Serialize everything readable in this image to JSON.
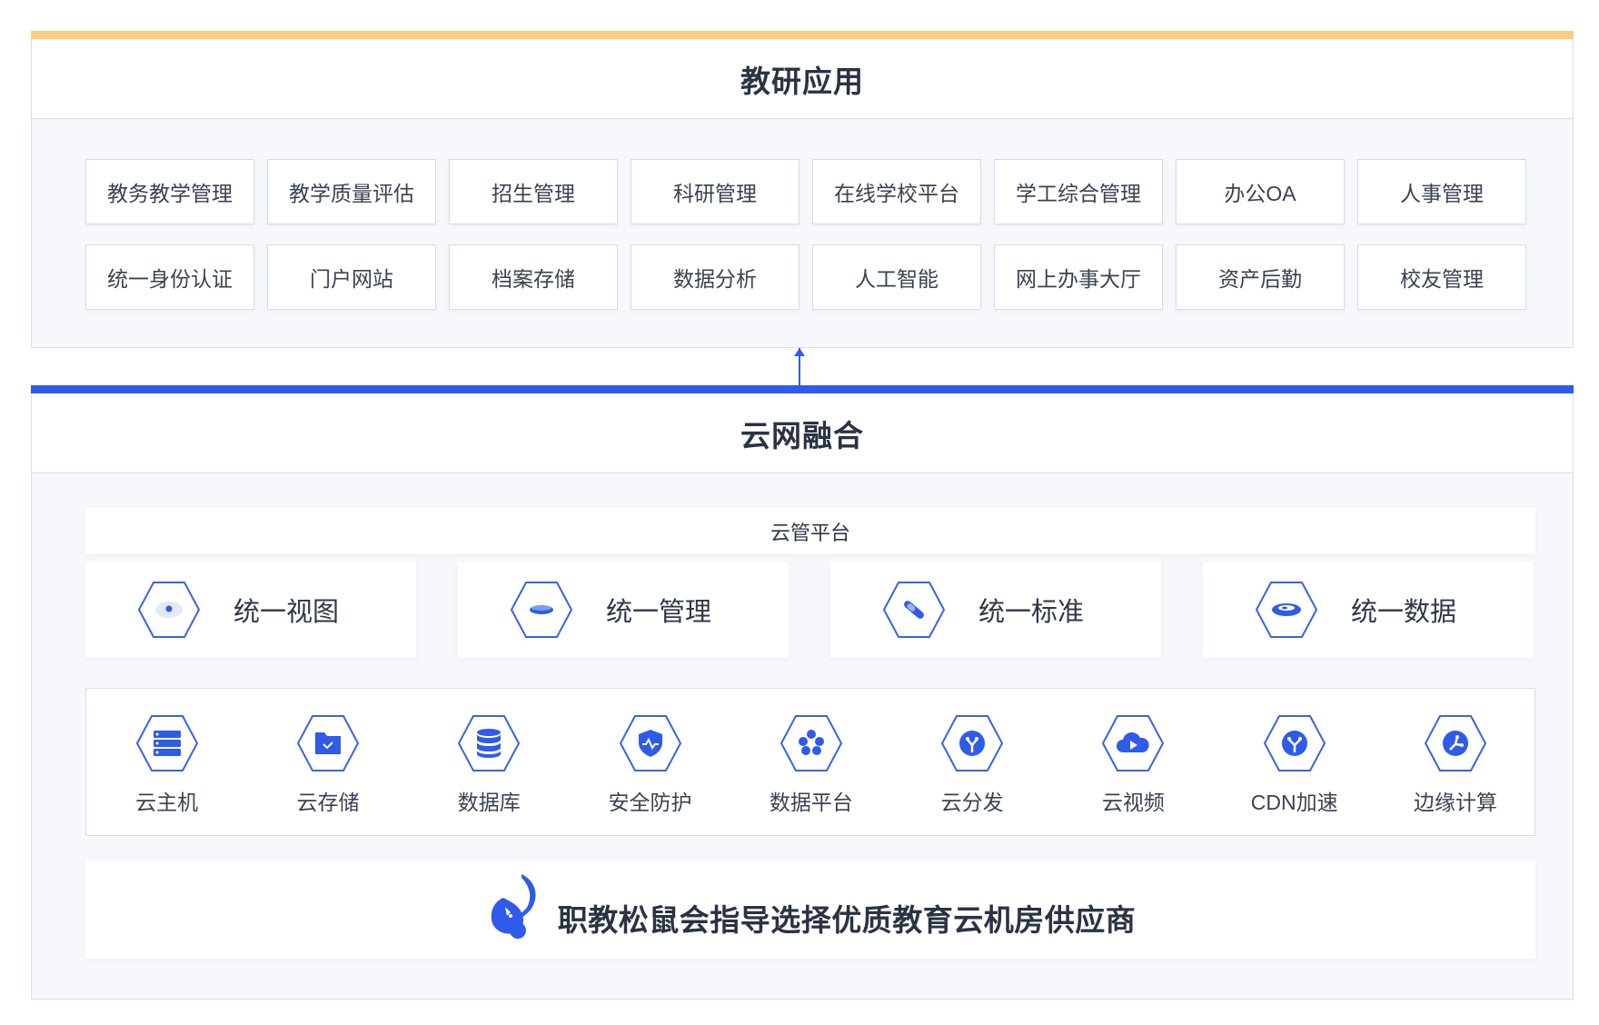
{
  "top_panel": {
    "title": "教研应用",
    "apps": [
      "教务教学管理",
      "教学质量评估",
      "招生管理",
      "科研管理",
      "在线学校平台",
      "学工综合管理",
      "办公OA",
      "人事管理",
      "统一身份认证",
      "门户网站",
      "档案存储",
      "数据分析",
      "人工智能",
      "网上办事大厅",
      "资产后勤",
      "校友管理"
    ]
  },
  "bottom_panel": {
    "title": "云网融合",
    "platform_title": "云管平台",
    "unified": [
      {
        "label": "统一视图",
        "icon": "eye-icon"
      },
      {
        "label": "统一管理",
        "icon": "disc-icon"
      },
      {
        "label": "统一标准",
        "icon": "ruler-icon"
      },
      {
        "label": "统一数据",
        "icon": "data-disc-icon"
      }
    ],
    "services": [
      {
        "label": "云主机",
        "icon": "server-icon"
      },
      {
        "label": "云存储",
        "icon": "folder-icon"
      },
      {
        "label": "数据库",
        "icon": "database-icon"
      },
      {
        "label": "安全防护",
        "icon": "shield-icon"
      },
      {
        "label": "数据平台",
        "icon": "cluster-icon"
      },
      {
        "label": "云分发",
        "icon": "distribute-icon"
      },
      {
        "label": "云视频",
        "icon": "video-icon"
      },
      {
        "label": "CDN加速",
        "icon": "cdn-icon"
      },
      {
        "label": "边缘计算",
        "icon": "edge-icon"
      }
    ],
    "footer_text": "职教松鼠会指导选择优质教育云机房供应商"
  },
  "colors": {
    "accent_blue": "#2f5bea",
    "accent_orange": "#ffcd7f",
    "icon_blue": "#2f5bea",
    "hex_outline": "#3a62e6"
  }
}
